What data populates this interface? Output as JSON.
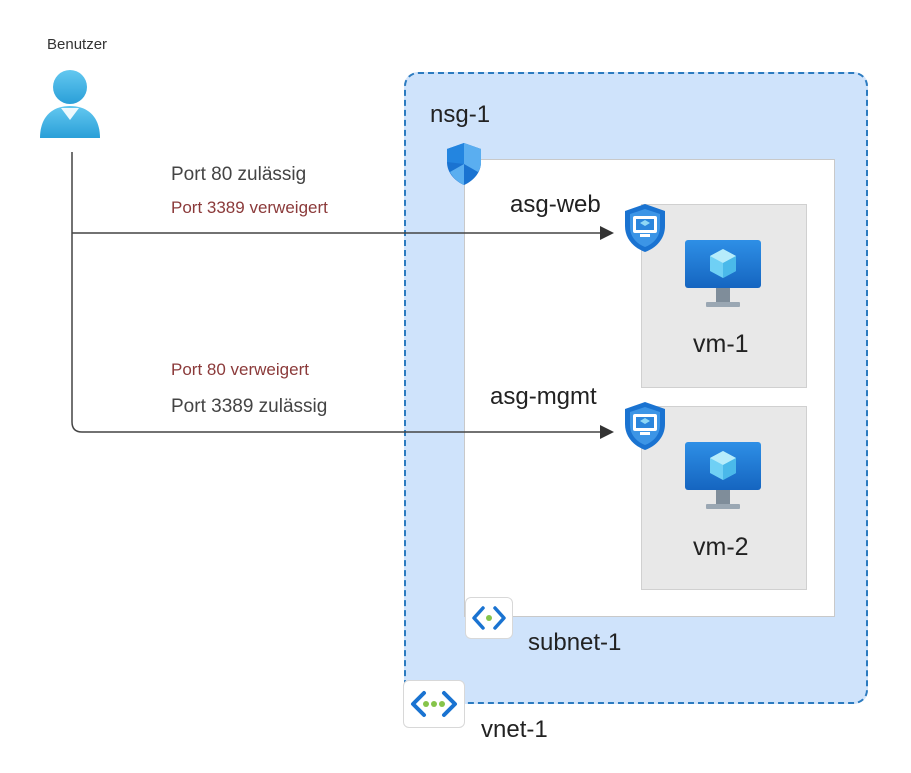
{
  "user": {
    "label": "Benutzer",
    "icon": "user-icon"
  },
  "flow_top": {
    "allowed": "Port 80 zulässig",
    "denied": "Port 3389 verweigert"
  },
  "flow_bottom": {
    "denied": "Port 80 verweigert",
    "allowed": "Port 3389 zulässig"
  },
  "nsg": {
    "label": "nsg-1",
    "icon": "nsg-shield-icon"
  },
  "asg_web": {
    "label": "asg-web",
    "icon": "asg-shield-icon"
  },
  "asg_mgmt": {
    "label": "asg-mgmt",
    "icon": "asg-shield-icon"
  },
  "vm1": {
    "label": "vm-1",
    "icon": "vm-monitor-icon"
  },
  "vm2": {
    "label": "vm-2",
    "icon": "vm-monitor-icon"
  },
  "subnet": {
    "label": "subnet-1",
    "icon": "subnet-icon"
  },
  "vnet": {
    "label": "vnet-1",
    "icon": "vnet-icon"
  },
  "colors": {
    "vnet_fill": "#cfe3fb",
    "vnet_border": "#2c7bc0",
    "denied_text": "#8b3a3a",
    "azure_blue": "#1a73d1"
  }
}
